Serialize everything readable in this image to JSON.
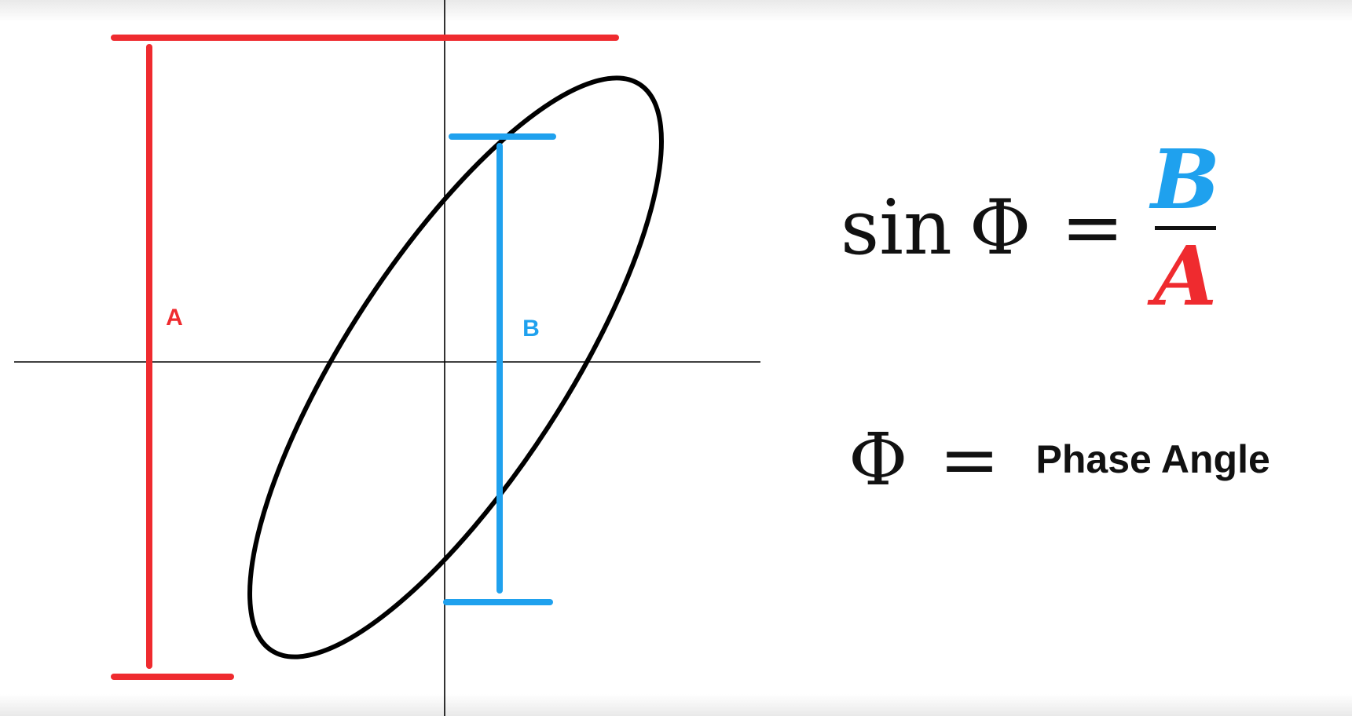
{
  "labels": {
    "a": "A",
    "b": "B"
  },
  "formula": {
    "func": "sin",
    "phi": "Φ",
    "equals": "=",
    "numerator": "B",
    "denominator": "A"
  },
  "definition": {
    "phi": "Φ",
    "equals": "=",
    "text": "Phase Angle"
  },
  "colors": {
    "a_measure": "#ef2b2f",
    "b_measure": "#1fa1ee",
    "ellipse": "#000000",
    "axes": "#000000"
  }
}
